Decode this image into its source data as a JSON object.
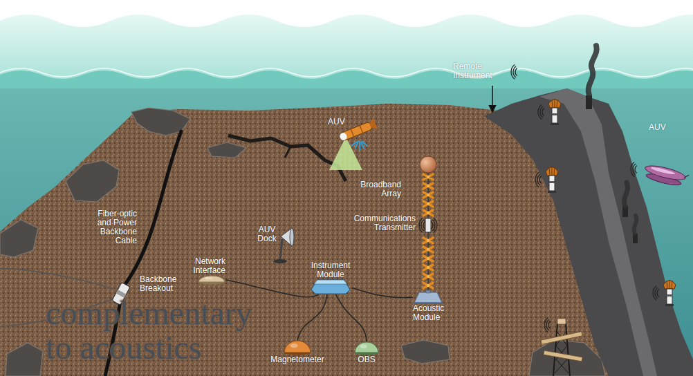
{
  "diagram": {
    "nodes": [
      {
        "text": [
          "Network Interface"
        ]
      },
      {
        "text": [
          "Instrument Module"
        ]
      },
      {
        "text": [
          "Acoustic Module"
        ]
      },
      {
        "text": [
          "Magnetometer"
        ]
      },
      {
        "text": [
          "OBS"
        ]
      }
    ],
    "edges": [
      {
        "from": 1,
        "to": 0,
        "arrow": "none"
      },
      {
        "from": 1,
        "to": 2,
        "arrow": "none"
      },
      {
        "from": 1,
        "to": 3,
        "arrow": "none"
      },
      {
        "from": 1,
        "to": 4,
        "arrow": "none"
      }
    ],
    "labels": [
      "AUV",
      "Remote Instrument",
      "AUV",
      "Broadband Array",
      "Communications Transmitter",
      "Fiber-optic and Power Backbone Cable",
      "AUV Dock",
      "Backbone Breakout",
      "complementary to acoustics"
    ]
  }
}
